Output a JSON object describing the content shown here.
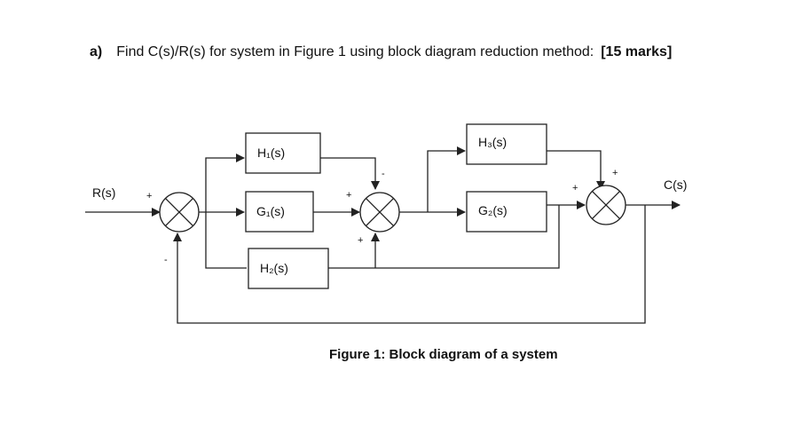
{
  "question": {
    "number": "a)",
    "text": "Find C(s)/R(s) for system in Figure 1 using block diagram reduction method:",
    "marks": "[15 marks]"
  },
  "diagram": {
    "input_label": "R(s)",
    "output_label": "C(s)",
    "blocks": {
      "H1": "H₁(s)",
      "G1": "G₁(s)",
      "H2": "H₂(s)",
      "H3": "H₃(s)",
      "G2": "G₂(s)"
    },
    "signs": {
      "sum1_input": "+",
      "sum1_feedback": "-",
      "sum2_h1": "-",
      "sum2_g1": "+",
      "sum2_h2": "+",
      "sum3_g2": "+",
      "sum3_h3": "+"
    }
  },
  "caption": "Figure 1: Block diagram of a system"
}
